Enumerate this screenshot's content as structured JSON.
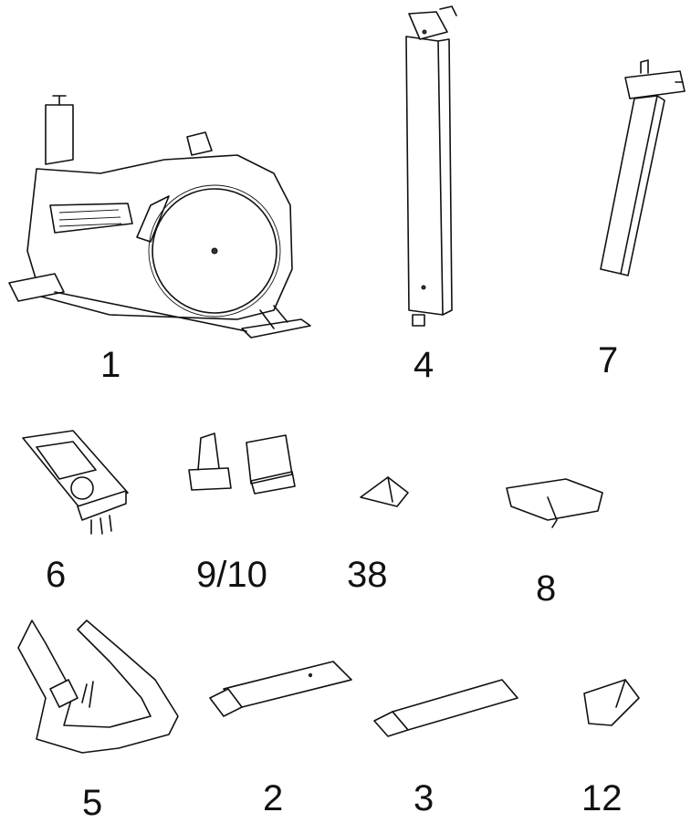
{
  "parts": [
    {
      "id": "main-frame",
      "label": "1"
    },
    {
      "id": "upright-post",
      "label": "4"
    },
    {
      "id": "seat-post",
      "label": "7"
    },
    {
      "id": "console",
      "label": "6"
    },
    {
      "id": "pedals",
      "label": "9/10"
    },
    {
      "id": "cap",
      "label": "38"
    },
    {
      "id": "seat",
      "label": "8"
    },
    {
      "id": "handlebar",
      "label": "5"
    },
    {
      "id": "front-stabilizer",
      "label": "2"
    },
    {
      "id": "rear-stabilizer",
      "label": "3"
    },
    {
      "id": "cover",
      "label": "12"
    }
  ]
}
